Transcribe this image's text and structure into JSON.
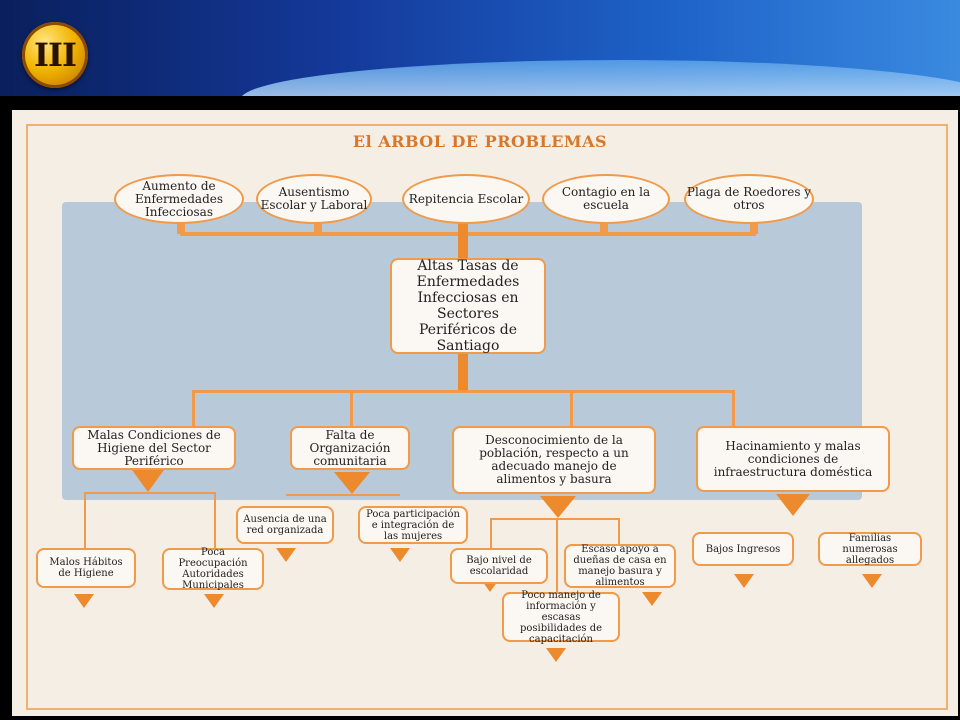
{
  "slide": {
    "badge_text": "III",
    "title": "El ARBOL DE PROBLEMAS"
  },
  "effects": [
    {
      "text": "Aumento de Enfermedades Infecciosas"
    },
    {
      "text": "Ausentismo Escolar y Laboral"
    },
    {
      "text": "Repitencia Escolar"
    },
    {
      "text": "Contagio en la escuela"
    },
    {
      "text": "Plaga de Roedores y otros"
    }
  ],
  "central_problem": "Altas Tasas de Enfermedades Infecciosas en Sectores Periféricos de Santiago",
  "causes": [
    {
      "text": "Malas Condiciones de Higiene del Sector Periférico"
    },
    {
      "text": "Falta de Organización comunitaria"
    },
    {
      "text": "Desconocimiento de la población, respecto a un adecuado manejo de alimentos y basura"
    },
    {
      "text": "Hacinamiento y malas condiciones de infraestructura doméstica"
    }
  ],
  "sub_causes": [
    {
      "text": "Malos Hábitos de Higiene"
    },
    {
      "text": "Poca Preocupación Autoridades Municipales"
    },
    {
      "text": "Ausencia de una red organizada"
    },
    {
      "text": "Poca participación e integración de las mujeres"
    },
    {
      "text": "Bajo nivel de escolaridad"
    },
    {
      "text": "Escaso apoyo a dueñas de casa en manejo basura y alimentos"
    },
    {
      "text": "Poco manejo de información y escasas posibilidades de capacitación"
    },
    {
      "text": "Bajos Ingresos"
    },
    {
      "text": "Familias numerosas allegados"
    }
  ],
  "colors": {
    "accent": "#f09a4a",
    "arrow": "#ee8a2e",
    "title": "#d6782c",
    "panel": "#a9bfd6"
  }
}
